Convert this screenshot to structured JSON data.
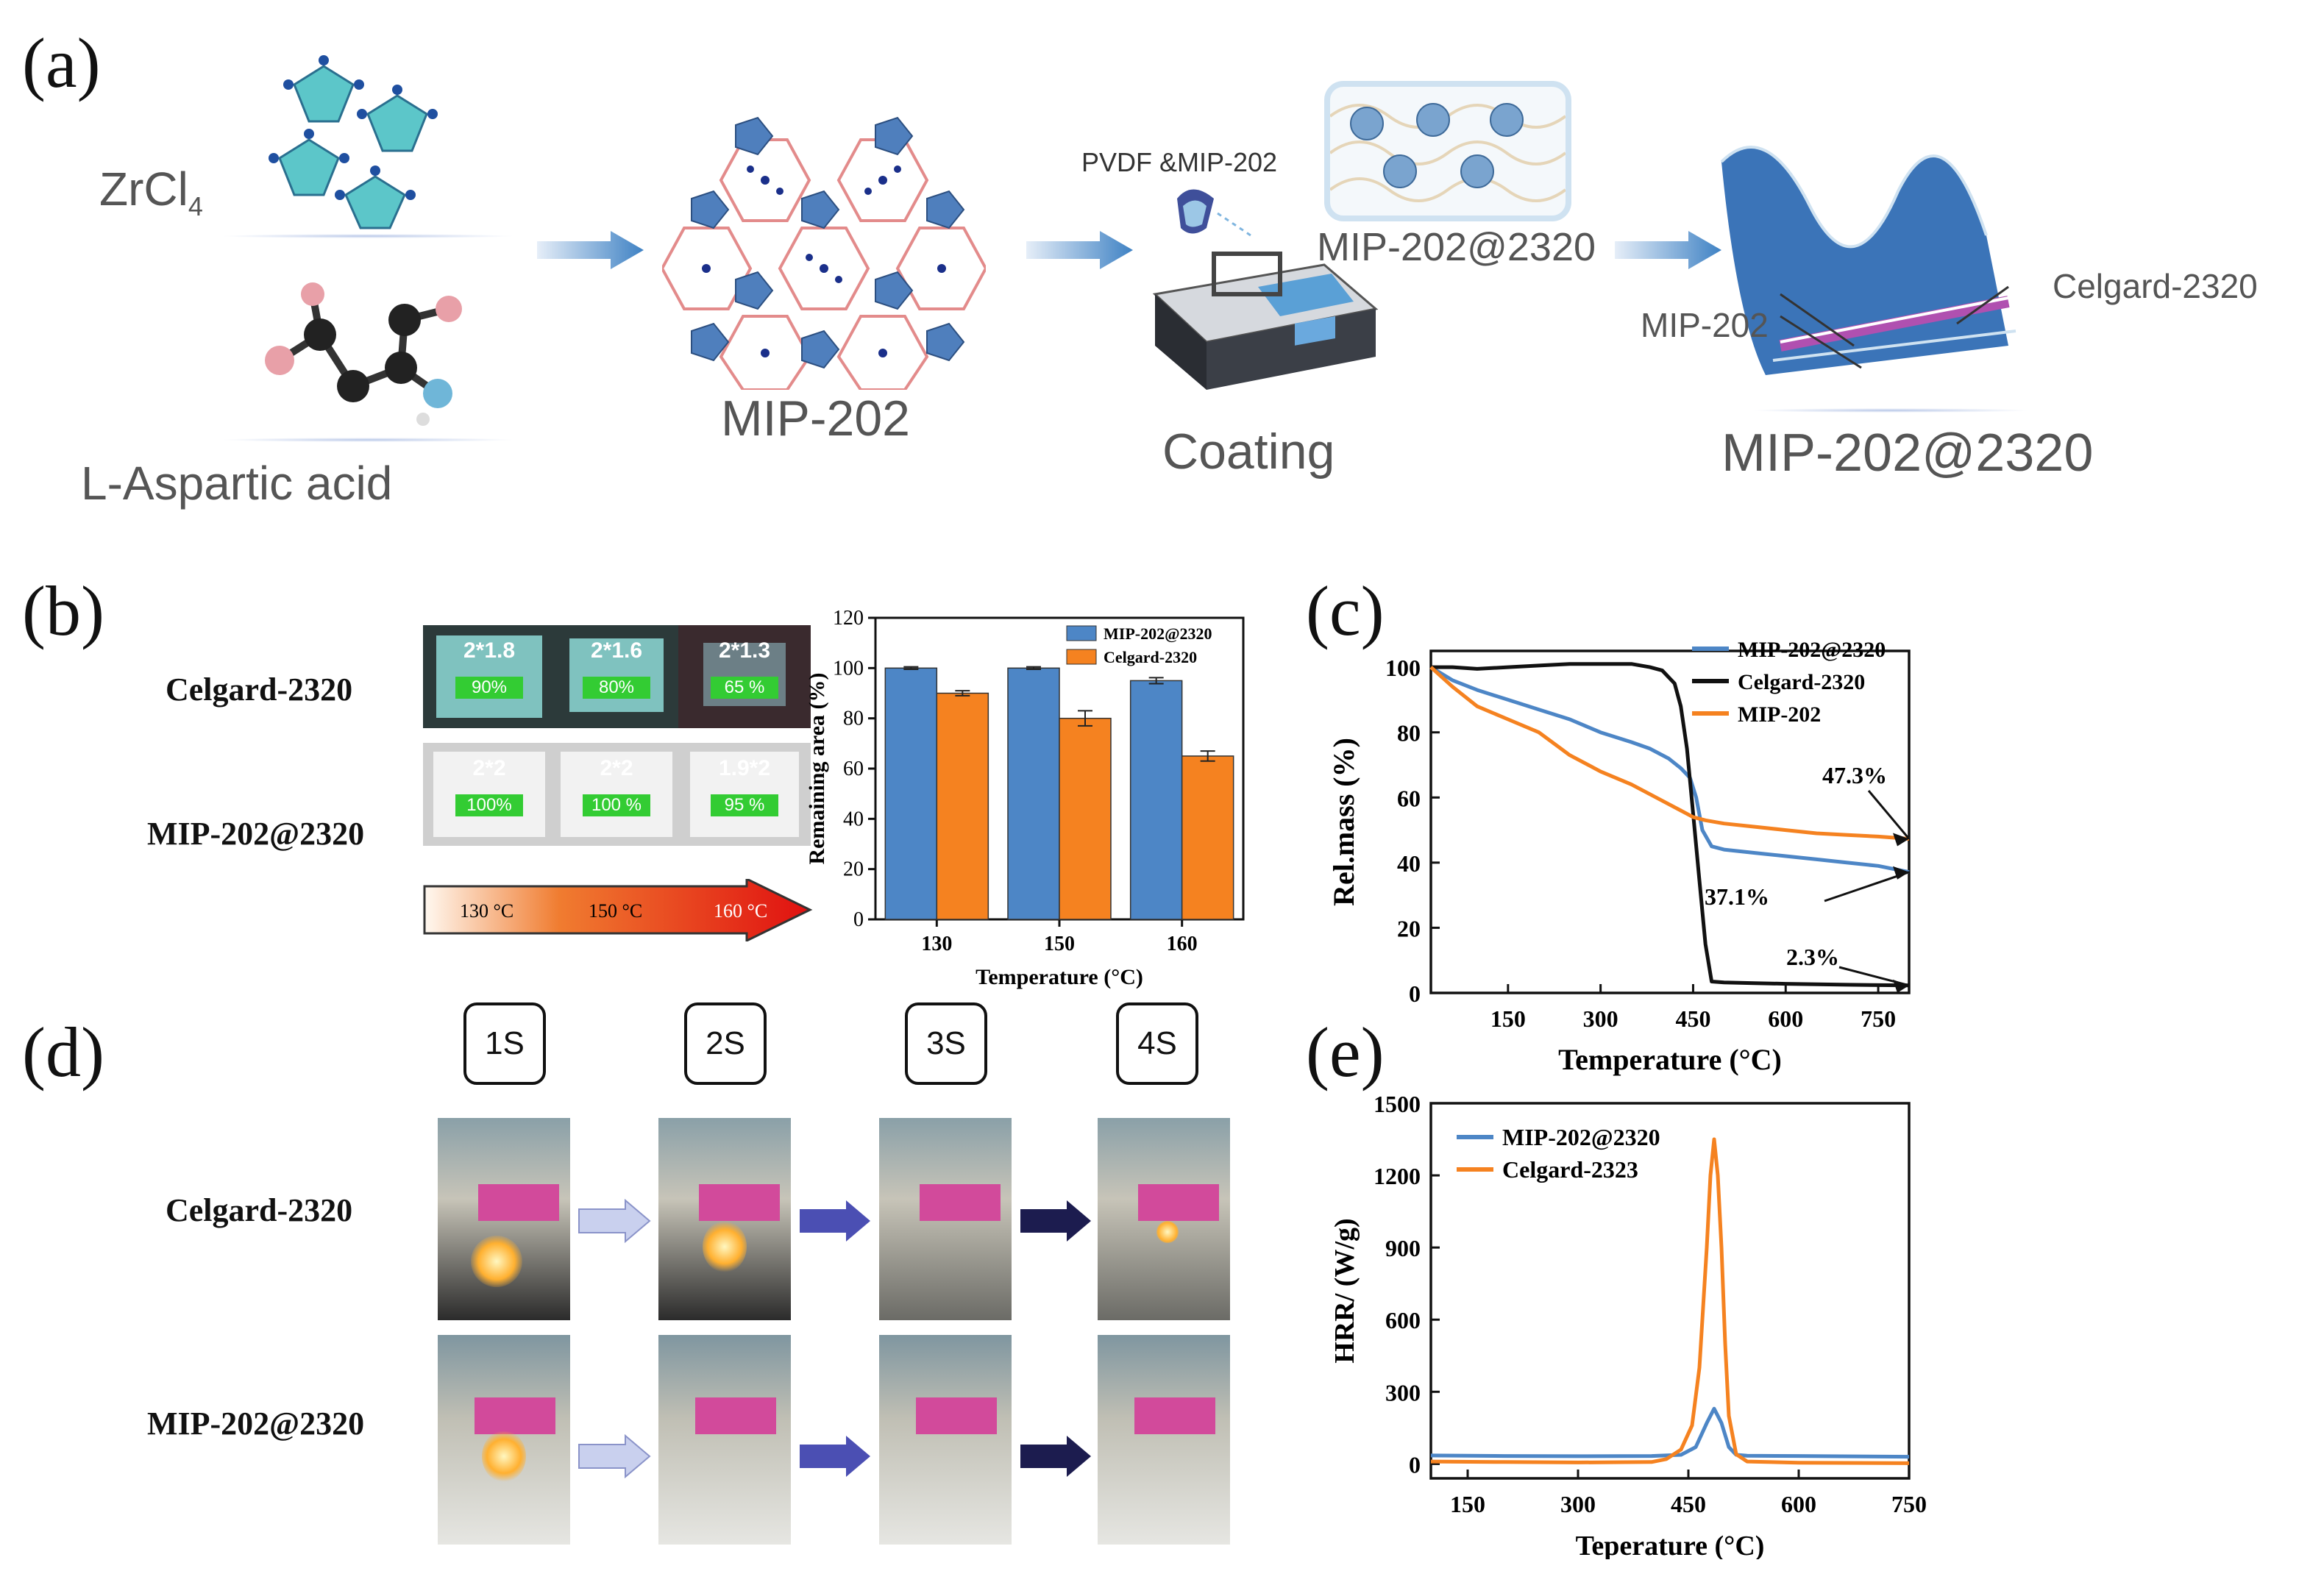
{
  "panel_labels": {
    "a": "(a)",
    "b": "(b)",
    "c": "(c)",
    "d": "(d)",
    "e": "(e)"
  },
  "panel_a": {
    "zrcl4": "ZrCl",
    "zrcl4_sub": "4",
    "aspartic": "L-Aspartic acid",
    "mip202": "MIP-202",
    "pvdf": "PVDF &MIP-202",
    "coating": "Coating",
    "mip2320_top": "MIP-202@2320",
    "mip202_arrow": "MIP-202",
    "celgard_arrow": "Celgard-2320",
    "product": "MIP-202@2320"
  },
  "panel_b": {
    "row_labels": [
      "Celgard-2320",
      "MIP-202@2320"
    ],
    "tiles": [
      [
        {
          "dim": "2*1.8",
          "pct": "90%"
        },
        {
          "dim": "2*1.6",
          "pct": "80%"
        },
        {
          "dim": "2*1.3",
          "pct": "65 %"
        }
      ],
      [
        {
          "dim": "2*2",
          "pct": "100%"
        },
        {
          "dim": "2*2",
          "pct": "100 %"
        },
        {
          "dim": "1.9*2",
          "pct": "95 %"
        }
      ]
    ],
    "gradient_labels": [
      "130 °C",
      "150 °C",
      "160 °C"
    ]
  },
  "chart_data": [
    {
      "id": "b-bar",
      "type": "bar",
      "categories": [
        "130",
        "150",
        "160"
      ],
      "series": [
        {
          "name": "MIP-202@2320",
          "values": [
            100,
            100,
            95
          ],
          "errors": [
            0.5,
            0.5,
            1.2
          ],
          "color": "#4d86c6"
        },
        {
          "name": "Celgard-2320",
          "values": [
            90,
            80,
            65
          ],
          "errors": [
            1.0,
            3.0,
            2.0
          ],
          "color": "#f58220"
        }
      ],
      "xlabel": "Temperature (°C)",
      "ylabel": "Remaining area (%)",
      "ylim": [
        0,
        120
      ],
      "yticks": [
        0,
        20,
        40,
        60,
        80,
        100,
        120
      ],
      "legend": "top-right"
    },
    {
      "id": "c-tga",
      "type": "line",
      "xlabel": "Temperature (°C)",
      "ylabel": "Rel.mass (%)",
      "xlim": [
        25,
        800
      ],
      "ylim": [
        0,
        105
      ],
      "xticks": [
        150,
        300,
        450,
        600,
        750
      ],
      "yticks": [
        0,
        20,
        40,
        60,
        80,
        100
      ],
      "legend": "top-right",
      "series": [
        {
          "name": "MIP-202@2320",
          "color": "#4d86c6",
          "x": [
            25,
            60,
            100,
            150,
            200,
            250,
            300,
            350,
            380,
            410,
            430,
            445,
            455,
            465,
            480,
            500,
            550,
            600,
            650,
            700,
            750,
            800
          ],
          "y": [
            100,
            96,
            93,
            90,
            87,
            84,
            80,
            77,
            75,
            72,
            69,
            66,
            60,
            50,
            45,
            44,
            43,
            42,
            41,
            40,
            39,
            37.1
          ]
        },
        {
          "name": "Celgard-2320",
          "color": "#111111",
          "x": [
            25,
            60,
            100,
            150,
            200,
            250,
            300,
            350,
            380,
            400,
            420,
            430,
            440,
            450,
            460,
            470,
            480,
            500,
            550,
            600,
            700,
            800
          ],
          "y": [
            100,
            100,
            99.5,
            100,
            100.5,
            101,
            101,
            101,
            100,
            99,
            95,
            88,
            75,
            55,
            35,
            15,
            3.5,
            3.2,
            3,
            2.8,
            2.5,
            2.3
          ]
        },
        {
          "name": "MIP-202",
          "color": "#f58220",
          "x": [
            25,
            60,
            100,
            150,
            200,
            250,
            280,
            300,
            350,
            400,
            430,
            450,
            470,
            500,
            550,
            600,
            650,
            700,
            750,
            800
          ],
          "y": [
            100,
            94,
            88,
            84,
            80,
            73,
            70,
            68,
            64,
            59,
            56,
            54,
            53,
            52,
            51,
            50,
            49,
            48.5,
            48,
            47.3
          ]
        }
      ],
      "annotations": [
        "47.3%",
        "37.1%",
        "2.3%"
      ]
    },
    {
      "id": "e-hrr",
      "type": "line",
      "xlabel": "Teperature (°C)",
      "ylabel": "HRR/ (W/g)",
      "xlim": [
        100,
        750
      ],
      "ylim": [
        -60,
        1500
      ],
      "xticks": [
        150,
        300,
        450,
        600,
        750
      ],
      "yticks": [
        0,
        300,
        600,
        900,
        1200,
        1500
      ],
      "legend": "top-left",
      "series": [
        {
          "name": "MIP-202@2320",
          "color": "#4d86c6",
          "x": [
            100,
            200,
            300,
            400,
            440,
            460,
            475,
            485,
            495,
            505,
            515,
            530,
            600,
            750
          ],
          "y": [
            35,
            33,
            32,
            33,
            38,
            70,
            170,
            230,
            170,
            70,
            38,
            34,
            33,
            30
          ]
        },
        {
          "name": "Celgard-2323",
          "color": "#f58220",
          "x": [
            100,
            200,
            300,
            400,
            420,
            440,
            455,
            465,
            475,
            480,
            485,
            490,
            495,
            500,
            505,
            515,
            530,
            600,
            750
          ],
          "y": [
            10,
            8,
            6,
            8,
            20,
            60,
            160,
            400,
            900,
            1200,
            1350,
            1200,
            900,
            500,
            200,
            40,
            10,
            5,
            3
          ]
        }
      ]
    }
  ],
  "panel_d": {
    "steps": [
      "1S",
      "2S",
      "3S",
      "4S"
    ],
    "row_labels": [
      "Celgard-2320",
      "MIP-202@2320"
    ],
    "arrow_colors": [
      "#c9d0ee",
      "#4b4fb3",
      "#1c1c4f"
    ]
  }
}
